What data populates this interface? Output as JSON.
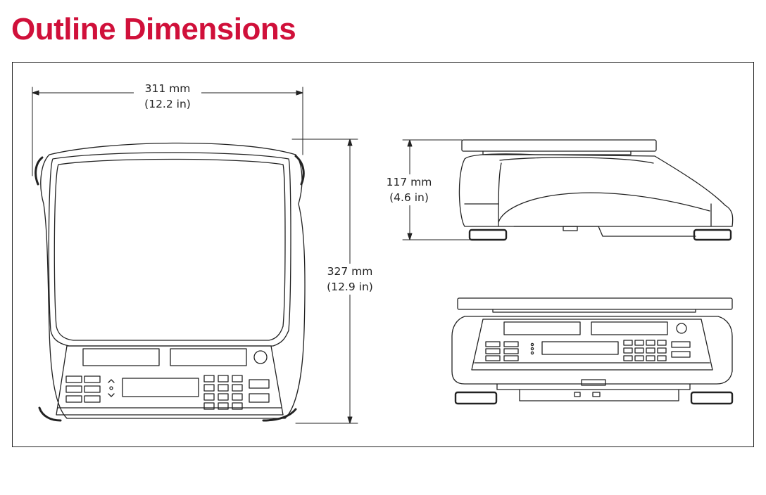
{
  "title": "Outline Dimensions",
  "colors": {
    "title": "#d0103a",
    "line": "#222222",
    "background": "#ffffff"
  },
  "dimensions": {
    "width": {
      "mm": "311 mm",
      "in": "(12.2 in)"
    },
    "depth": {
      "mm": "327 mm",
      "in": "(12.9 in)"
    },
    "height": {
      "mm": "117 mm",
      "in": "(4.6 in)"
    }
  },
  "views": [
    "top-view",
    "side-view",
    "front-view"
  ]
}
